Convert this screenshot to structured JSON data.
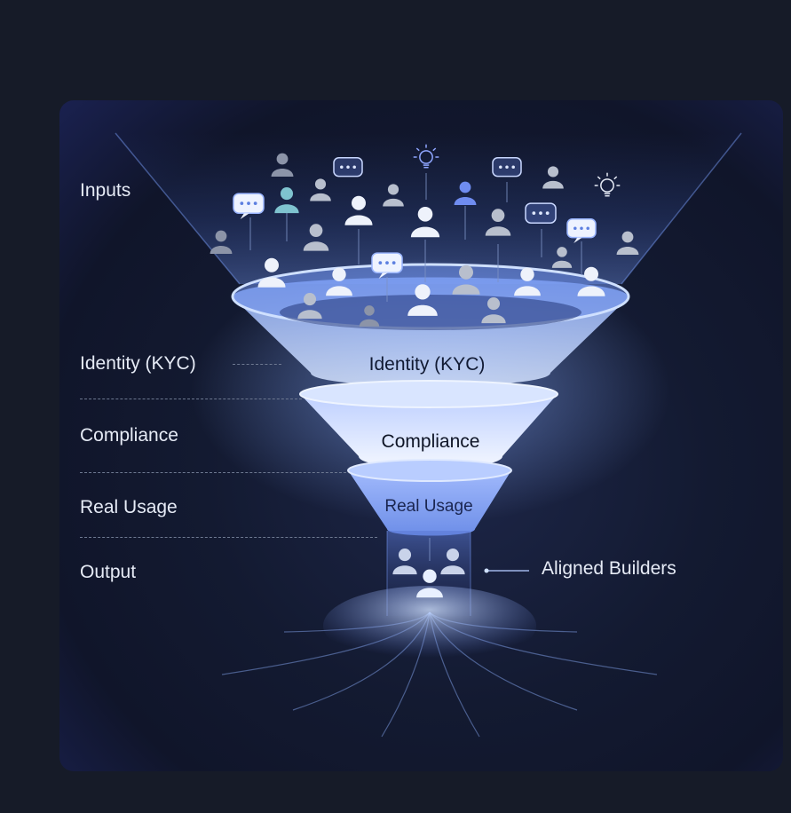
{
  "stage_labels": {
    "inputs": "Inputs",
    "identity": "Identity (KYC)",
    "compliance": "Compliance",
    "real_usage": "Real Usage",
    "output": "Output"
  },
  "funnel_bands": {
    "identity": "Identity (KYC)",
    "compliance": "Compliance",
    "real_usage": "Real Usage"
  },
  "output_label": "Aligned Builders",
  "icons": [
    "user-icon",
    "chat-bubble-icon",
    "lightbulb-icon"
  ],
  "colors": {
    "background": "#161b28",
    "card": "#121a33",
    "funnel_glow": "#6f95ff",
    "accent_blue": "#5c7fe0",
    "accent_teal": "#6fb4c4",
    "label_text": "#e6ebf6",
    "band_text": "#101628"
  }
}
